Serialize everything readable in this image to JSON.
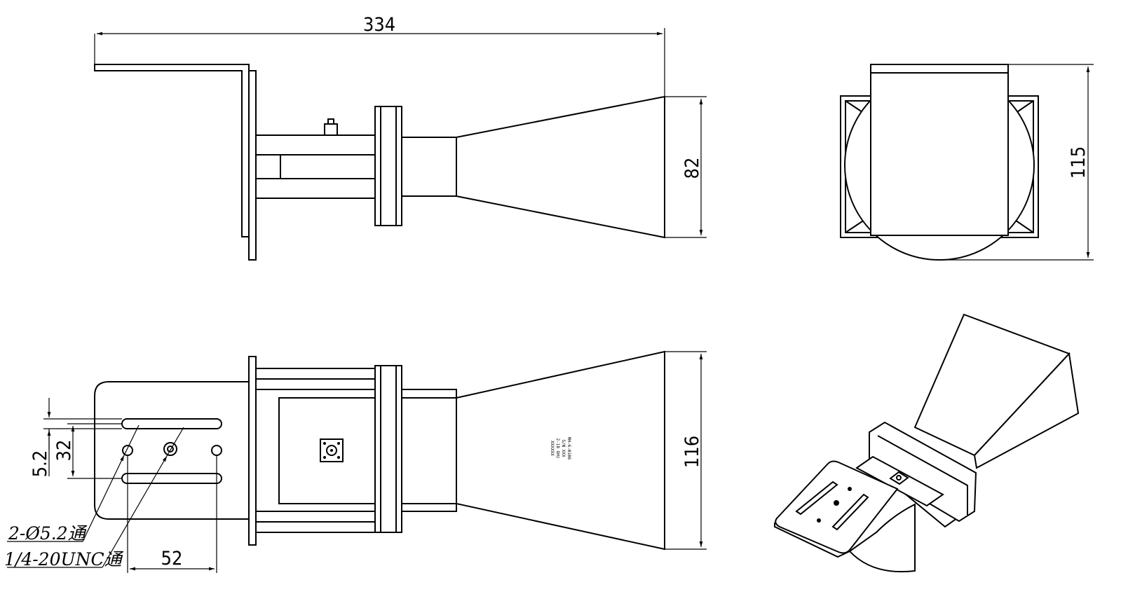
{
  "dimensions": {
    "overall_length": "334",
    "horn_aperture_height": "82",
    "front_view_height": "115",
    "horn_aperture_width": "116",
    "slot_width": "5.2",
    "slot_spacing": "32",
    "hole_spacing": "52"
  },
  "notes": {
    "through_holes": "2-Ø5.2通",
    "threaded_hole": "1/4-20UNC通"
  },
  "label_plate": {
    "line1": "MH-6-0106",
    "line2": "S/N XXX",
    "line3": "2-18 GHz",
    "line4": "XXXXXX"
  },
  "colors": {
    "line": "#000000",
    "background": "#ffffff"
  }
}
